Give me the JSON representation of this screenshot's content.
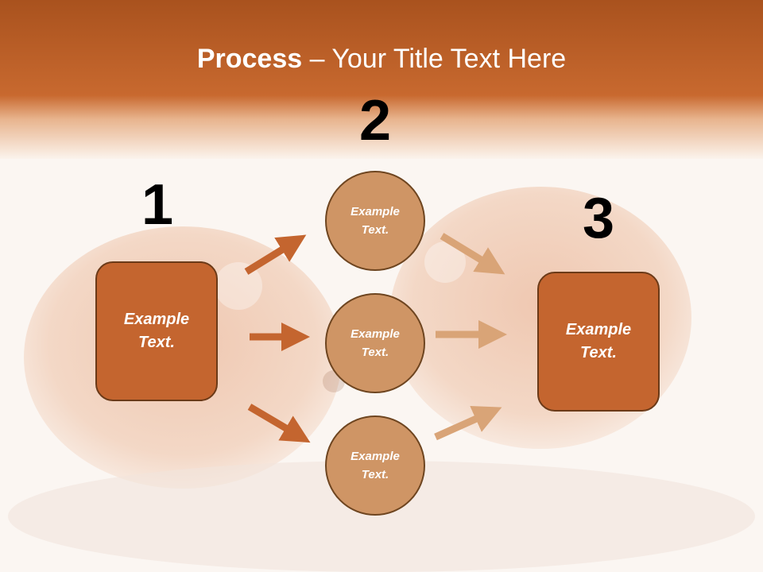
{
  "title": {
    "bold": "Process",
    "separator": " – ",
    "rest": "Your Title Text Here"
  },
  "step_numbers": [
    "1",
    "2",
    "3"
  ],
  "left_box": {
    "text": "Example\nText."
  },
  "circles": [
    {
      "text": "Example\nText."
    },
    {
      "text": "Example\nText."
    },
    {
      "text": "Example\nText."
    }
  ],
  "right_box": {
    "text": "Example\nText."
  },
  "colors": {
    "header": "#c8692f",
    "box_fill": "#c4652f",
    "box_border": "#6b3a18",
    "circle_fill": "#cf9565",
    "arrow_left": "#c4652f",
    "arrow_right": "#d9a477"
  }
}
